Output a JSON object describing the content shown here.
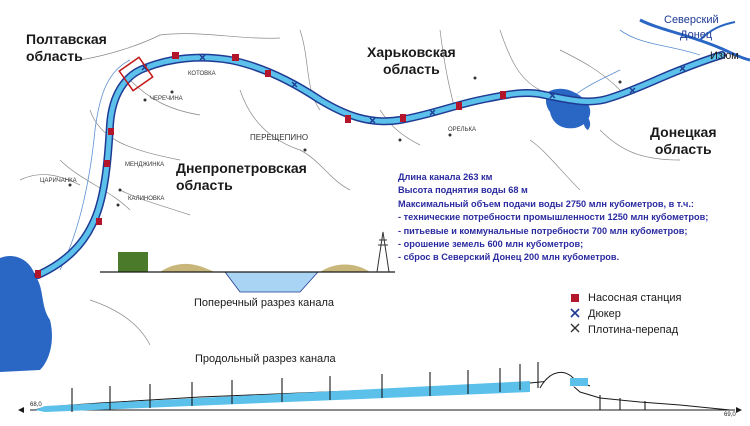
{
  "regions": {
    "poltava": [
      "Полтавская",
      "область"
    ],
    "kharkiv": [
      "Харьковская",
      "область"
    ],
    "dnipro": [
      "Днепропетровская",
      "область"
    ],
    "donetsk": [
      "Донецкая",
      "область"
    ]
  },
  "river": [
    "Северский",
    "Донец",
    "Изюм"
  ],
  "info": {
    "length": "Длина канала 263 км",
    "lift": "Высота поднятия воды 68 м",
    "max_supply": "Максимальный объем подачи воды 2750 млн кубометров, в т.ч.:",
    "items": [
      "- технические потребности промышленности 1250 млн кубометров;",
      "- питьевые и коммунальные потребности 700 млн кубометров;",
      "- орошение земель 600 млн кубометров;",
      "- сброс в Северский Донец 200 млн кубометров."
    ]
  },
  "captions": {
    "cross_section": "Поперечный разрез канала",
    "longitudinal": "Продольный разрез канала"
  },
  "legend": {
    "pump_station": "Насосная станция",
    "culvert": "Дюкер",
    "dam": "Плотина-перепад"
  },
  "places": {
    "cherechyna": "ЧЕРЕЧИНА",
    "pereshchepino": "ПЕРЕЩЕПИНО",
    "tsarychanka": "ЦАРИЧАНКА",
    "kotovka": "КОТОВКА",
    "orelka": "ОРЕЛЬКА",
    "menzhinka": "МЕНДЖИНКА",
    "kalinovka": "КАЛИНОВКА"
  },
  "profile_levels": {
    "left": "68,0",
    "right": "69,0"
  },
  "colors": {
    "canal": "#5bc0ea",
    "canal_edge": "#1f3a93",
    "water_body": "#2a66c4",
    "pump": "#b3162a"
  }
}
